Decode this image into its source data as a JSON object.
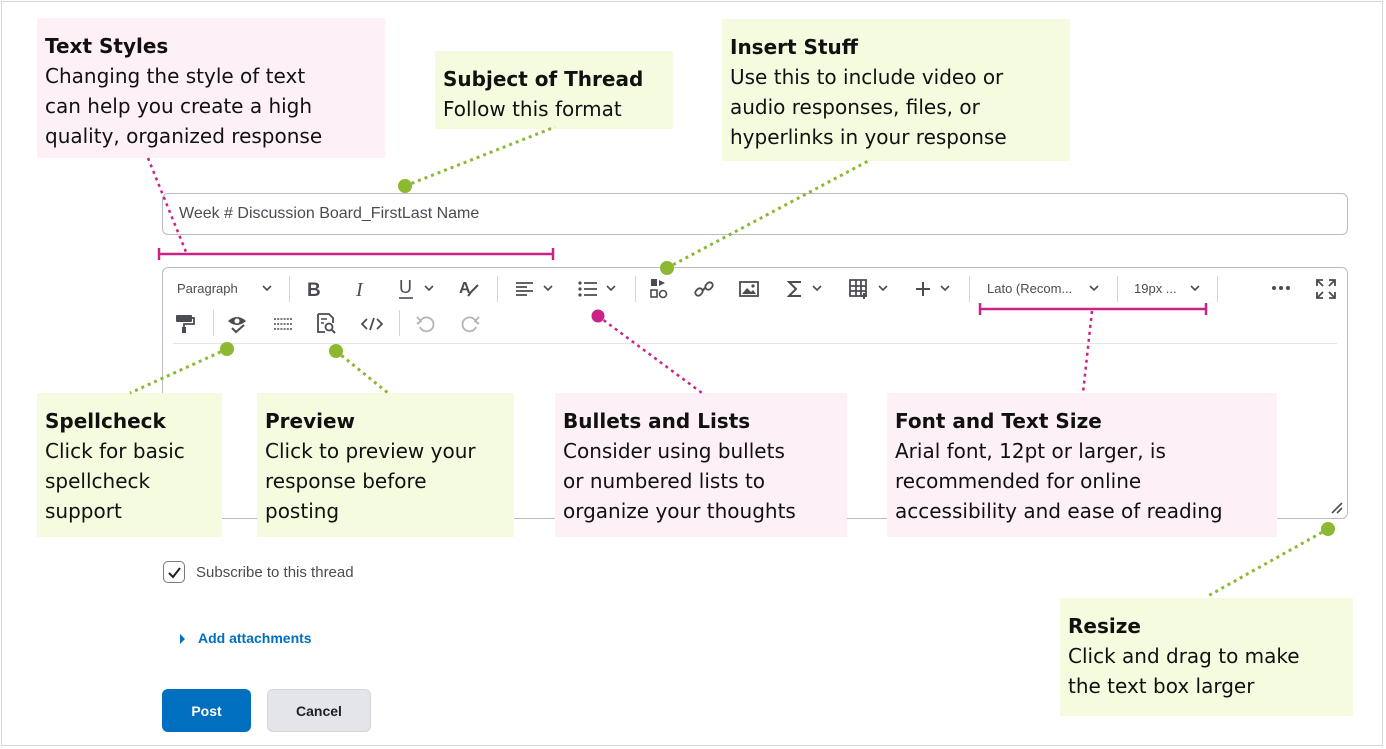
{
  "subject": {
    "value": "Week # Discussion Board_FirstLast Name"
  },
  "toolbar": {
    "paragraph": "Paragraph",
    "font": "Lato (Recom...",
    "size": "19px ..."
  },
  "subscribe": {
    "label": "Subscribe to this thread",
    "checked": true
  },
  "attachments": {
    "label": "Add attachments"
  },
  "buttons": {
    "post": "Post",
    "cancel": "Cancel"
  },
  "notes": {
    "text_styles": {
      "title": "Text Styles",
      "body": "Changing the style of text\ncan help you create a high\nquality, organized response"
    },
    "subject": {
      "title": "Subject of Thread",
      "body": "Follow this format"
    },
    "insert": {
      "title": "Insert Stuff",
      "body": "Use this to include video or\naudio responses, files, or\nhyperlinks in your response"
    },
    "spellcheck": {
      "title": "Spellcheck",
      "body": "Click for basic\nspellcheck\nsupport"
    },
    "preview": {
      "title": "Preview",
      "body": "Click to preview your\nresponse before\nposting"
    },
    "bullets": {
      "title": "Bullets and Lists",
      "body": "Consider using bullets\nor numbered lists to\norganize your thoughts"
    },
    "font": {
      "title": "Font and Text Size",
      "body": "Arial font, 12pt or larger, is\nrecommended for online\naccessibility and ease of reading"
    },
    "resize": {
      "title": "Resize",
      "body": "Click and drag to make\nthe text box larger"
    }
  },
  "colors": {
    "pink": "#cc2288",
    "green": "#8cb832",
    "accent": "#006fbf"
  }
}
